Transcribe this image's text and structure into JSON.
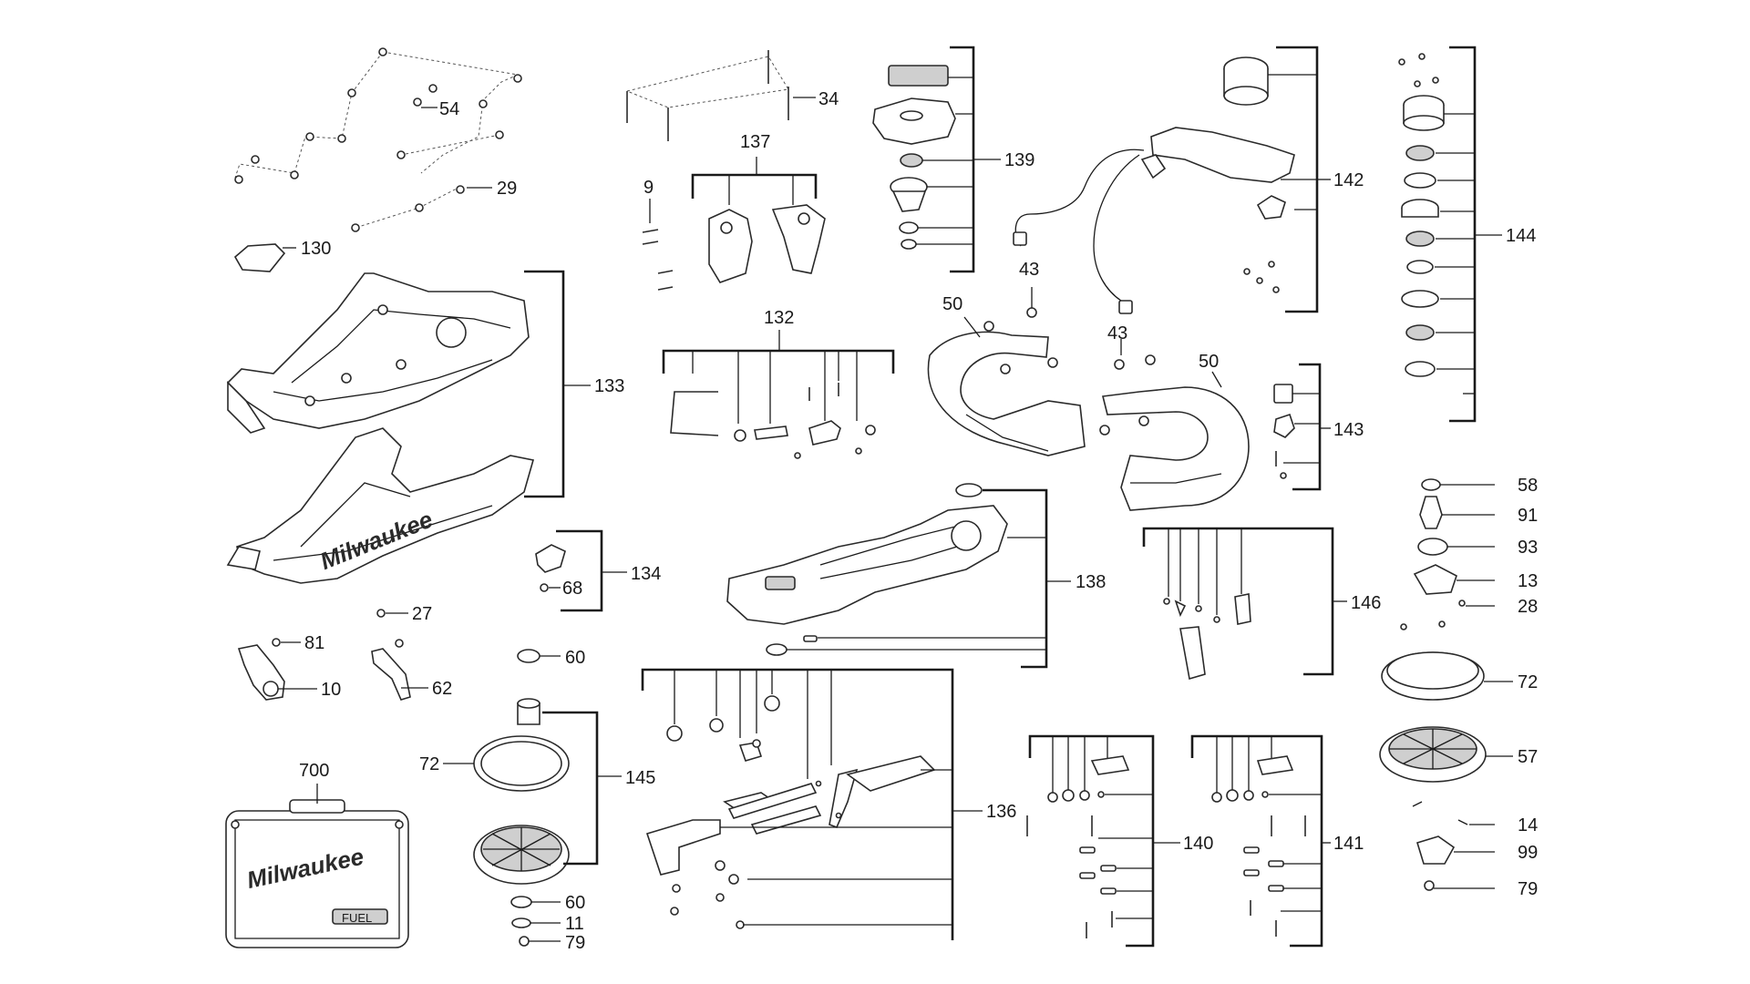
{
  "labels": {
    "l130": "130",
    "l29": "29",
    "l54": "54",
    "l133": "133",
    "l134": "134",
    "l68": "68",
    "l81": "81",
    "l10": "10",
    "l27": "27",
    "l62": "62",
    "l700": "700",
    "l72a": "72",
    "l60a": "60",
    "l60b": "60",
    "l11": "11",
    "l79a": "79",
    "l145": "145",
    "l34": "34",
    "l137": "137",
    "l9": "9",
    "l132": "132",
    "l136": "136",
    "l139": "139",
    "l43a": "43",
    "l43b": "43",
    "l50a": "50",
    "l50b": "50",
    "l138": "138",
    "l142": "142",
    "l143": "143",
    "l146": "146",
    "l140": "140",
    "l141": "141",
    "l144": "144",
    "l58": "58",
    "l91": "91",
    "l93": "93",
    "l13": "13",
    "l28": "28",
    "l72b": "72",
    "l57": "57",
    "l14": "14",
    "l99": "99",
    "l79b": "79"
  },
  "brand": {
    "housing_mark": "Milwaukee",
    "case_mark": "Milwaukee",
    "case_badge": "FUEL"
  }
}
